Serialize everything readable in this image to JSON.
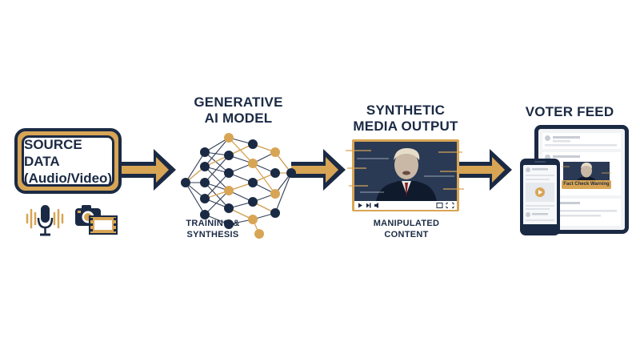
{
  "stages": {
    "source": {
      "line1": "SOURCE DATA",
      "line2": "(Audio/Video)"
    },
    "model": {
      "line1": "GENERATIVE",
      "line2": "AI MODEL",
      "caption1": "TRAINING &",
      "caption2": "SYNTHESIS"
    },
    "output": {
      "line1": "SYNTHETIC",
      "line2": "MEDIA OUTPUT",
      "caption1": "MANIPULATED",
      "caption2": "CONTENT"
    },
    "feed": {
      "title": "VOTER FEED",
      "warning": "Fact Check Warning"
    }
  },
  "icons": [
    "microphone-icon",
    "sound-wave-icon",
    "camera-icon",
    "film-strip-icon",
    "play-icon",
    "skip-icon",
    "volume-icon",
    "fullscreen-icon",
    "warning-icon"
  ],
  "colors": {
    "navy": "#1b2a44",
    "gold": "#d8a555",
    "white": "#ffffff"
  }
}
